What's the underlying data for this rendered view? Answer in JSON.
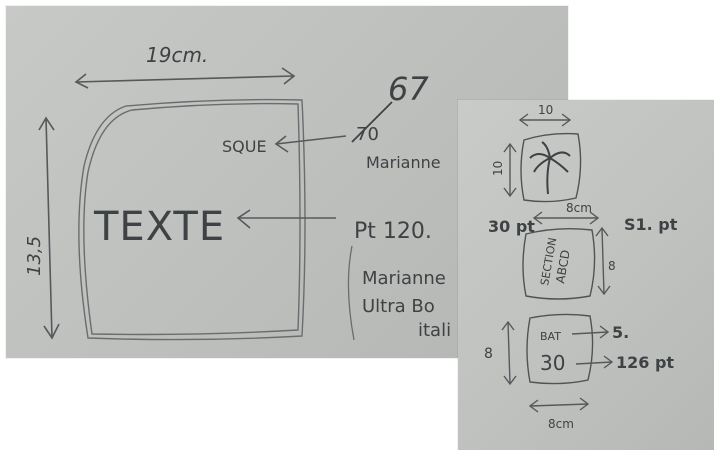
{
  "left_sheet": {
    "width_label": "19cm.",
    "height_label": "13,5",
    "main_text": "TEXTE",
    "left_arrow_label": "SQUE",
    "size_new": "67",
    "size_old": "70",
    "font_top": "Marianne",
    "main_arrow_label": "Pt 120.",
    "font_bottom_1": "Marianne",
    "font_bottom_2": "Ultra Bo",
    "font_bottom_3": "itali"
  },
  "right_sheet": {
    "top_width": "10",
    "top_height": "10",
    "mid_left_label": "30 pt",
    "mid_width": "8cm",
    "mid_right_label": "S1. pt",
    "mid_right_height": "8",
    "mid_text_1": "SECTION",
    "mid_text_2": "ABCD",
    "bottom_height": "8",
    "bottom_text_1": "BAT",
    "bottom_text_2": "30",
    "bottom_arrow_label_1": "5.",
    "bottom_arrow_label_2": "126 pt",
    "bottom_width": "8cm"
  }
}
